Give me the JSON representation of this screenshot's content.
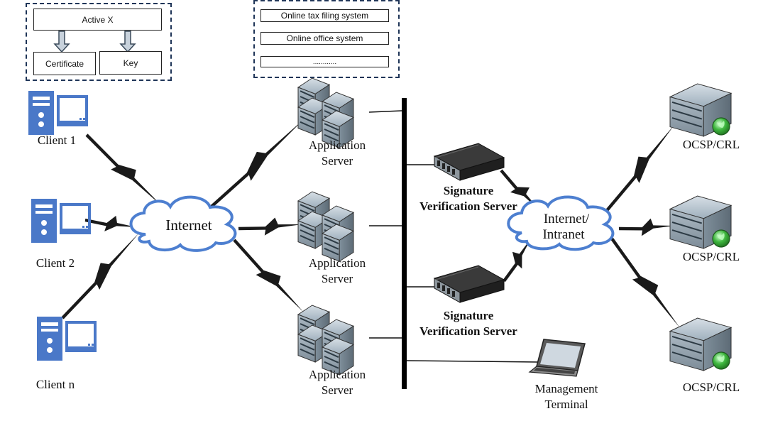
{
  "browser_panel": {
    "activex_label": "Active X",
    "certificate_label": "Certificate",
    "key_label": "Key"
  },
  "apps_panel": {
    "items": [
      "Online tax filing system",
      "Online office system",
      "............"
    ]
  },
  "clients": [
    {
      "label": "Client 1"
    },
    {
      "label": "Client 2"
    },
    {
      "label": "Client n"
    }
  ],
  "internet_label": "Internet",
  "intranet_label": {
    "line1": "Internet/",
    "line2": "Intranet"
  },
  "app_servers": [
    {
      "line1": "Application",
      "line2": "Server"
    },
    {
      "line1": "Application",
      "line2": "Server"
    },
    {
      "line1": "Application",
      "line2": "Server"
    }
  ],
  "sig_servers": [
    {
      "line1": "Signature",
      "line2": "Verification Server"
    },
    {
      "line1": "Signature",
      "line2": "Verification Server"
    }
  ],
  "ocsp": [
    {
      "label": "OCSP/CRL"
    },
    {
      "label": "OCSP/CRL"
    },
    {
      "label": "OCSP/CRL"
    }
  ],
  "management": {
    "line1": "Management",
    "line2": "Terminal"
  },
  "colors": {
    "client_blue": "#4a78c8",
    "cloud_stroke": "#4d7fd0",
    "panel_border": "#1f3558",
    "server_body": "#8a9aa6",
    "rack_black": "#2a2a2a"
  }
}
